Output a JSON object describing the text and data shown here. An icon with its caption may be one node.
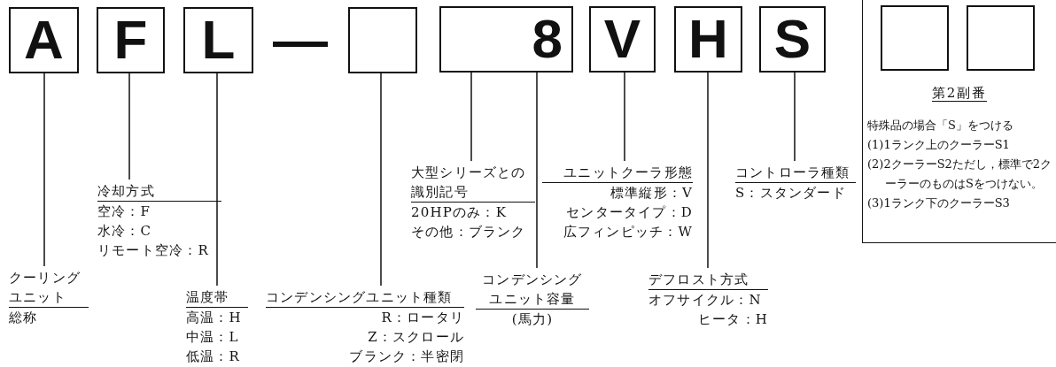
{
  "diagram": {
    "nodes": [
      {
        "text": [
          "A"
        ]
      },
      {
        "text": [
          "F"
        ]
      },
      {
        "text": [
          "L"
        ]
      },
      {
        "text": [],
        "shape": "box"
      },
      {
        "text": [
          "8"
        ]
      },
      {
        "text": [
          "V"
        ]
      },
      {
        "text": [
          "H"
        ]
      },
      {
        "text": [
          "S"
        ]
      },
      {
        "text": [
          "第2副番",
          "特殊品の場合「S」をつける",
          "(1)1ランク上のクーラーS1",
          "(2)2クーラーS2ただし，標準で2クーラーのものはSをつけない。",
          "(3)1ランク下のクーラーS3"
        ]
      },
      {
        "text": [],
        "shape": "box",
        "in": 8
      },
      {
        "text": [],
        "shape": "box",
        "in": 8
      },
      {
        "text": [
          "クーリングユニット",
          "総称"
        ]
      },
      {
        "text": [
          "冷却方式",
          "空冷：F",
          "水冷：C",
          "リモート空冷：R"
        ]
      },
      {
        "text": [
          "温度帯",
          "高温：H",
          "中温：L",
          "低温：R"
        ]
      },
      {
        "text": [
          "コンデンシングユニット種類",
          "R：ロータリ",
          "Z：スクロール",
          "ブランク：半密閉"
        ]
      },
      {
        "text": [
          "大型シリーズとの識別記号",
          "20HPのみ：K",
          "その他：ブランク"
        ]
      },
      {
        "text": [
          "コンデンシングユニット容量",
          "(馬力)"
        ]
      },
      {
        "text": [
          "ユニットクーラ形態",
          "標準縦形：V",
          "センタータイプ：D",
          "広フィンピッチ：W"
        ]
      },
      {
        "text": [
          "デフロスト方式",
          "オフサイクル：N",
          "ヒータ：H"
        ]
      },
      {
        "text": [
          "コントローラ種類",
          "S：スタンダード"
        ]
      }
    ],
    "edges": [
      {
        "from": 0,
        "to": 11,
        "arrow": "none"
      },
      {
        "from": 1,
        "to": 12,
        "arrow": "none"
      },
      {
        "from": 2,
        "to": 13,
        "arrow": "none"
      },
      {
        "from": 3,
        "to": 14,
        "arrow": "none"
      },
      {
        "from": 4,
        "to": 15,
        "arrow": "none"
      },
      {
        "from": 4,
        "to": 16,
        "arrow": "none"
      },
      {
        "from": 5,
        "to": 17,
        "arrow": "none"
      },
      {
        "from": 6,
        "to": 18,
        "arrow": "none"
      },
      {
        "from": 7,
        "to": 19,
        "arrow": "none"
      }
    ],
    "labels": [
      "—"
    ]
  }
}
